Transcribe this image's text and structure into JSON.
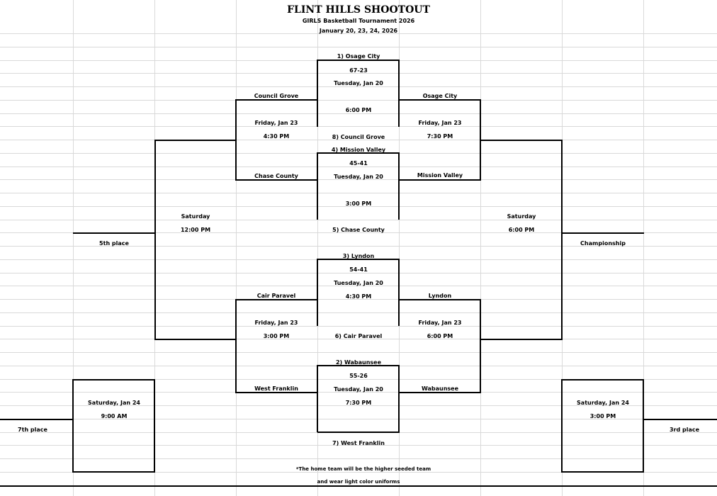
{
  "header": {
    "title": "FLINT HILLS SHOOTOUT",
    "subtitle": "GIRLS Basketball  Tournament 2026",
    "dates": "January 20, 23, 24,  2026"
  },
  "first_round": [
    {
      "high_seed": "1) Osage City",
      "score": "67-23",
      "day": "Tuesday, Jan 20",
      "time": "6:00 PM",
      "low_seed": "8) Council Grove"
    },
    {
      "high_seed": "4) Mission Valley",
      "score": "45-41",
      "day": "Tuesday, Jan 20",
      "time": "3:00 PM",
      "low_seed": "5) Chase County"
    },
    {
      "high_seed": "3) Lyndon",
      "score": "54-41",
      "day": "Tuesday, Jan 20",
      "time": "4:30 PM",
      "low_seed": "6) Cair Paravel"
    },
    {
      "high_seed": "2) Wabaunsee",
      "score": "55-26",
      "day": "Tuesday, Jan 20",
      "time": "7:30 PM",
      "low_seed": "7) West Franklin"
    }
  ],
  "left_semis": [
    {
      "top_team": "Council Grove",
      "bottom_team": "Chase County",
      "day": "Friday, Jan 23",
      "time": "4:30 PM"
    },
    {
      "top_team": "Cair Paravel",
      "bottom_team": "West Franklin",
      "day": "Friday, Jan 23",
      "time": "3:00 PM"
    }
  ],
  "right_semis": [
    {
      "top_team": "Osage City",
      "bottom_team": "Mission Valley",
      "day": "Friday, Jan 23",
      "time": "7:30 PM"
    },
    {
      "top_team": "Lyndon",
      "bottom_team": "Wabaunsee",
      "day": "Friday, Jan 23",
      "time": "6:00 PM"
    }
  ],
  "fifth_place": {
    "day": "Saturday",
    "time": "12:00 PM",
    "label": "5th place"
  },
  "championship": {
    "day": "Saturday",
    "time": "6:00 PM",
    "label": "Championship"
  },
  "seventh_place": {
    "day": "Saturday, Jan 24",
    "time": "9:00 AM",
    "label": "7th place"
  },
  "third_place": {
    "day": "Saturday, Jan 24",
    "time": "3:00 PM",
    "label": "3rd place"
  },
  "footnote": {
    "line1": "*The home team will be the higher seeded team",
    "line2": "and wear light color uniforms"
  }
}
